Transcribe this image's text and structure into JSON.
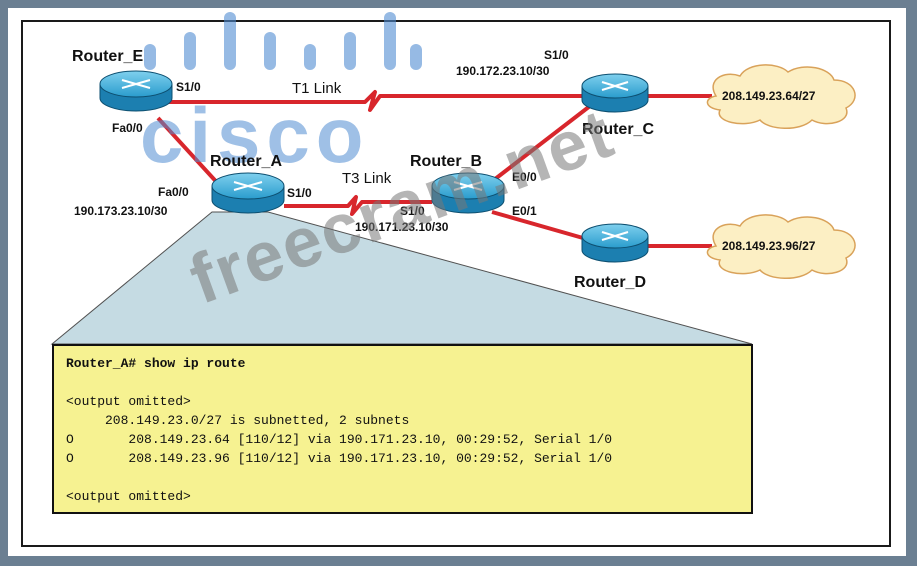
{
  "routers": {
    "router_e": "Router_E",
    "router_a": "Router_A",
    "router_b": "Router_B",
    "router_c": "Router_C",
    "router_d": "Router_D"
  },
  "interfaces": {
    "e_s10": "S1/0",
    "e_fa00": "Fa0/0",
    "a_fa00": "Fa0/0",
    "a_s10": "S1/0",
    "b_s10": "S1/0",
    "b_e00": "E0/0",
    "b_e01": "E0/1",
    "c_s10": "S1/0"
  },
  "addresses": {
    "c_s10_ip": "190.172.23.10/30",
    "a_fa00_ip": "190.173.23.10/30",
    "b_s10_ip": "190.171.23.10/30"
  },
  "links": {
    "t1": "T1 Link",
    "t3": "T3 Link"
  },
  "clouds": {
    "c_net": "208.149.23.64/27",
    "d_net": "208.149.23.96/27"
  },
  "terminal": {
    "lines": [
      "Router_A# show ip route",
      "",
      "<output omitted>",
      "     208.149.23.0/27 is subnetted, 2 subnets",
      "O       208.149.23.64 [110/12] via 190.171.23.10, 00:29:52, Serial 1/0",
      "O       208.149.23.96 [110/12] via 190.171.23.10, 00:29:52, Serial 1/0",
      "",
      "<output omitted>"
    ]
  },
  "watermarks": {
    "cisco": "cisco",
    "freecram": "freecram.net"
  },
  "colors": {
    "link_red": "#d8262c",
    "router_blue": "#1e8fc4",
    "terminal_yellow": "#f6f291",
    "cloud_fill": "#fcefc4"
  }
}
